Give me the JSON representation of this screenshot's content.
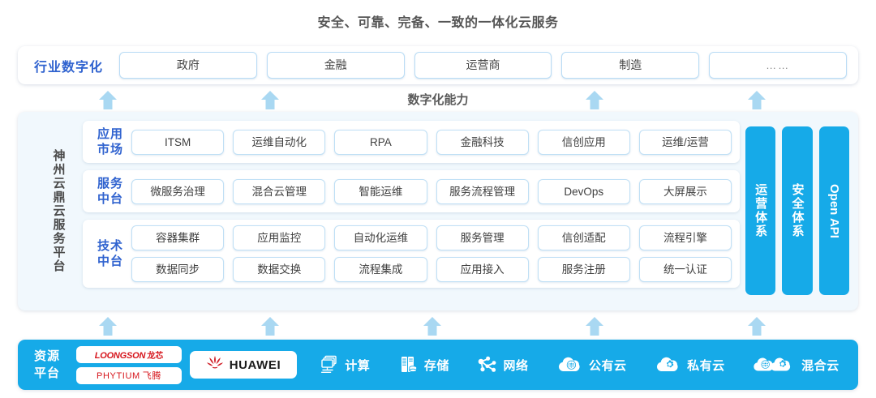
{
  "title": "安全、可靠、完备、一致的一体化云服务",
  "industry": {
    "label": "行业数字化",
    "items": [
      "政府",
      "金融",
      "运营商",
      "制造",
      "……"
    ]
  },
  "digital_capability_caption": "数字化能力",
  "platform": {
    "side_label": "神州云鼎云服务平台",
    "rows": [
      {
        "title": "应用市场",
        "title_line1": "应用",
        "title_line2": "市场",
        "chip_rows": [
          [
            "ITSM",
            "运维自动化",
            "RPA",
            "金融科技",
            "信创应用",
            "运维/运营"
          ]
        ]
      },
      {
        "title": "服务中台",
        "title_line1": "服务",
        "title_line2": "中台",
        "chip_rows": [
          [
            "微服务治理",
            "混合云管理",
            "智能运维",
            "服务流程管理",
            "DevOps",
            "大屏展示"
          ]
        ]
      },
      {
        "title": "技术中台",
        "title_line1": "技术",
        "title_line2": "中台",
        "chip_rows": [
          [
            "容器集群",
            "应用监控",
            "自动化运维",
            "服务管理",
            "信创适配",
            "流程引擎"
          ],
          [
            "数据同步",
            "数据交换",
            "流程集成",
            "应用接入",
            "服务注册",
            "统一认证"
          ]
        ]
      }
    ],
    "pillars": [
      "运营体系",
      "安全体系",
      "Open API"
    ]
  },
  "resource": {
    "label_line1": "资源",
    "label_line2": "平台",
    "logos": [
      {
        "name": "loongson-logo",
        "en": "LOONGSON",
        "cn": "龙芯"
      },
      {
        "name": "phytium-logo",
        "en": "PHYTIUM",
        "cn": "飞腾"
      }
    ],
    "huawei": {
      "name": "huawei-logo",
      "text": "HUAWEI"
    },
    "items": [
      {
        "icon": "compute-icon",
        "label": "计算"
      },
      {
        "icon": "storage-icon",
        "label": "存储"
      },
      {
        "icon": "network-icon",
        "label": "网络"
      },
      {
        "icon": "public-cloud-icon",
        "label": "公有云"
      },
      {
        "icon": "private-cloud-icon",
        "label": "私有云"
      },
      {
        "icon": "hybrid-cloud-icon",
        "label": "混合云"
      }
    ]
  },
  "colors": {
    "accent_blue": "#16aae8",
    "label_blue": "#2f62cf",
    "arrow_blue": "#a9d8f2",
    "panel_bg": "#f1f8fd",
    "logo_red": "#d6141b"
  },
  "arrows": {
    "upper": [
      133,
      333,
      733,
      933
    ],
    "lower": [
      133,
      333,
      533,
      733,
      933
    ]
  }
}
